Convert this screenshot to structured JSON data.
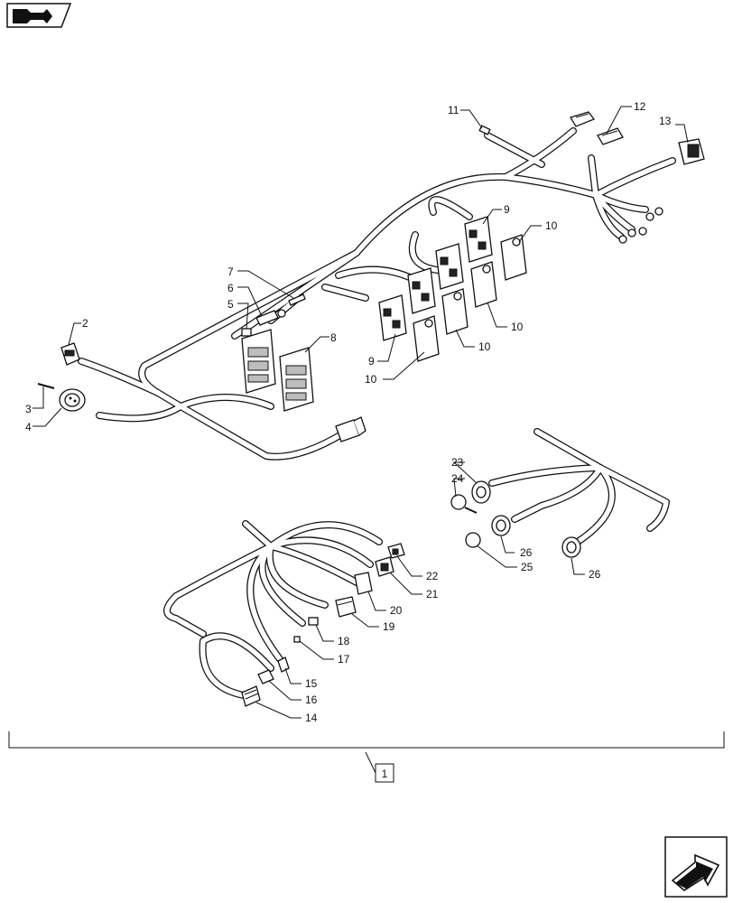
{
  "header": {
    "icon": "wiring-harness-icon"
  },
  "footer": {
    "icon": "next-page-arrow-icon"
  },
  "callouts": {
    "c1": "1",
    "c2": "2",
    "c3": "3",
    "c4": "4",
    "c5": "5",
    "c6": "6",
    "c7": "7",
    "c8": "8",
    "c9a": "9",
    "c9b": "9",
    "c10a": "10",
    "c10b": "10",
    "c10c": "10",
    "c10d": "10",
    "c11": "11",
    "c12": "12",
    "c13": "13",
    "c14": "14",
    "c15": "15",
    "c16": "16",
    "c17": "17",
    "c18": "18",
    "c19": "19",
    "c20": "20",
    "c21": "21",
    "c22": "22",
    "c23": "23",
    "c24": "24",
    "c25": "25",
    "c26a": "26",
    "c26b": "26"
  }
}
